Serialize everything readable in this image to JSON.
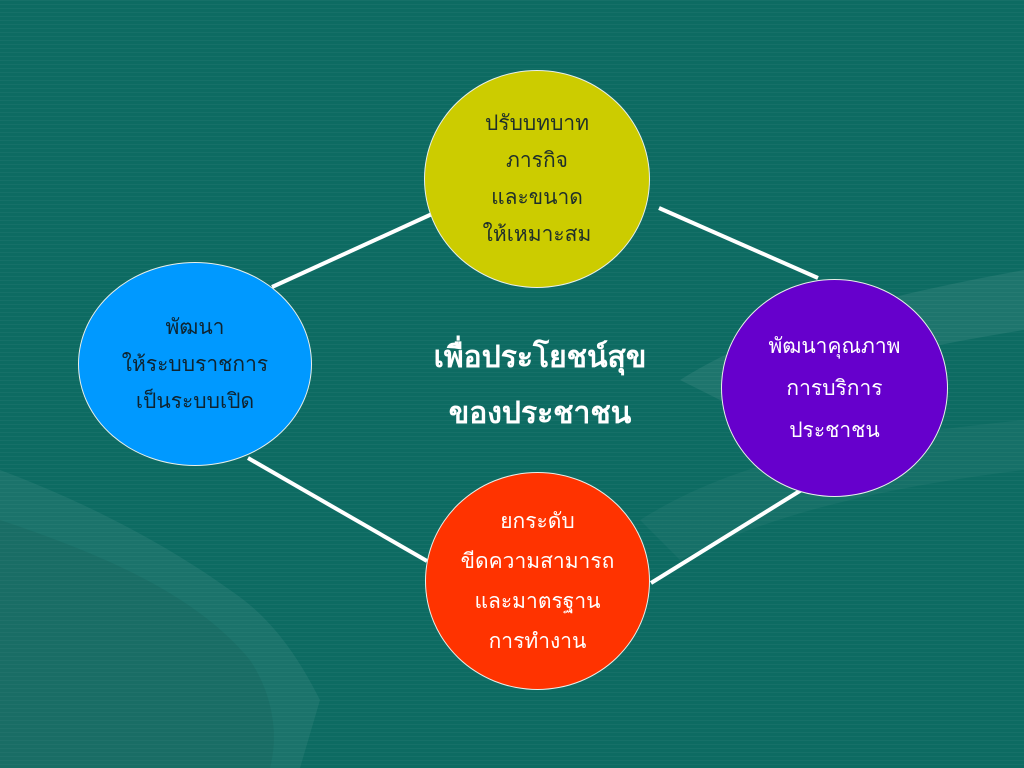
{
  "colors": {
    "background": "#0d6b62",
    "connector": "#ffffff",
    "top_circle": "#cccc00",
    "left_circle": "#0099ff",
    "right_circle": "#6600cc",
    "bottom_circle": "#ff3300"
  },
  "center": {
    "line1": "เพื่อประโยชน์สุข",
    "line2": "ของประชาชน"
  },
  "nodes": {
    "top": [
      "ปรับบทบาท",
      "ภารกิจ",
      "และขนาด",
      "ให้เหมาะสม"
    ],
    "left": [
      "พัฒนา",
      "ให้ระบบราชการ",
      "เป็นระบบเปิด"
    ],
    "right": [
      "พัฒนาคุณภาพ",
      "การบริการ",
      "ประชาชน"
    ],
    "bottom": [
      "ยกระดับ",
      "ขีดความสามารถ",
      "และมาตรฐาน",
      "การทำงาน"
    ]
  }
}
